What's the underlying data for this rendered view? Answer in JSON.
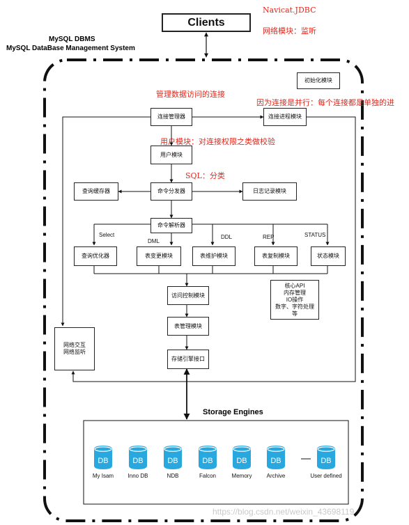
{
  "clients": "Clients",
  "dbms_title_1": "MySQL DBMS",
  "dbms_title_2": "MySQL DataBase Management System",
  "notes": {
    "navicat": "Navicat.JDBC",
    "network": "网络模块：监听",
    "manage_conn": "管理数据访问的连接",
    "parallel": "因为连接是并行：每个连接都是单独的进",
    "user_module": "用户模块：对连接权限之类做校验",
    "sql": "SQL：分类"
  },
  "modules": {
    "init": "初始化模块",
    "conn_manager": "连接管理器",
    "conn_process": "连接进程模块",
    "user": "用户模块",
    "query_cache": "查询缓存器",
    "dispatcher": "命令分发器",
    "log": "日志记录模块",
    "parser": "命令解析器",
    "optimizer": "查询优化器",
    "table_change": "表变更模块",
    "table_maint": "表维护模块",
    "table_repl": "表复制模块",
    "status": "状态模块",
    "access_ctrl": "访问控制模块",
    "table_mgr": "表管理模块",
    "storage_if": "存储引擎接口",
    "network": [
      "网络交互",
      "网络监听"
    ],
    "core": [
      "核心API",
      "内存管理",
      "IO操作",
      "数字、字符处理",
      "等"
    ]
  },
  "branch_labels": {
    "select": "Select",
    "dml": "DML",
    "ddl": "DDL",
    "rep": "REP",
    "status": "STATUS"
  },
  "storage": {
    "title": "Storage Engines",
    "db_icon": "DB",
    "separator": "—",
    "engines": [
      "My Isam",
      "Inno DB",
      "NDB",
      "Falcon",
      "Memory",
      "Archive",
      "User defined"
    ]
  },
  "watermark": "https://blog.csdn.net/weixin_43698119",
  "colors": {
    "note_red": "#e0281e",
    "db_blue": "#29a8e0",
    "border": "#222222"
  }
}
